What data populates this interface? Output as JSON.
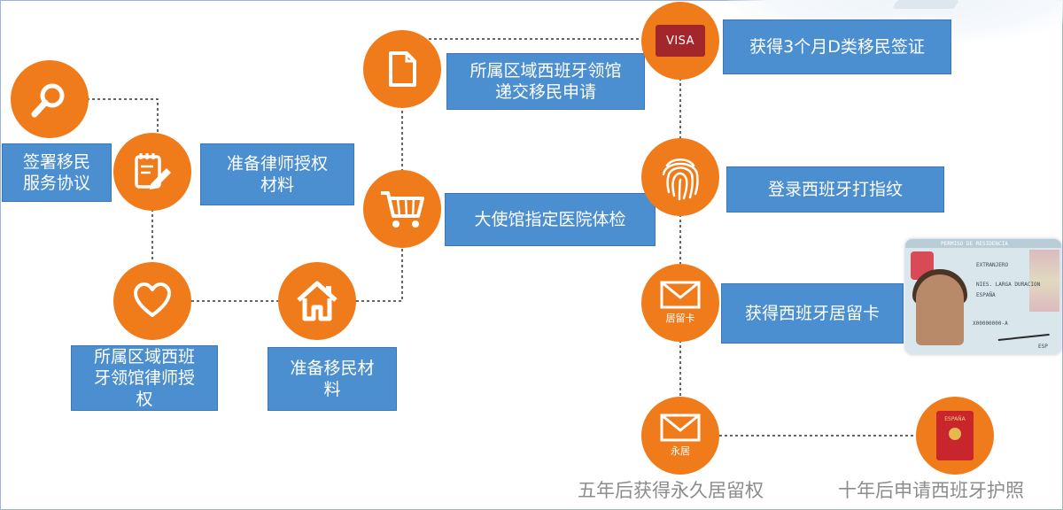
{
  "colors": {
    "circle": "#f07b1a",
    "box": "#4b8fd0",
    "line": "#333333",
    "caption": "#8c8c8c"
  },
  "steps": {
    "search": {
      "icon": "search-icon",
      "label": "签署移民\n服务协议"
    },
    "notepad": {
      "icon": "notepad-pencil-icon",
      "label": "准备律师授权\n材料"
    },
    "heart": {
      "icon": "heart-icon",
      "label": "所属区域西班\n牙领馆律师授\n权"
    },
    "home": {
      "icon": "home-icon",
      "label": "准备移民材\n料"
    },
    "document": {
      "icon": "document-icon",
      "label": "所属区域西班牙领馆\n递交移民申请"
    },
    "cart": {
      "icon": "shopping-cart-icon",
      "label": "大使馆指定医院体检"
    },
    "visa": {
      "icon": "visa-card-icon",
      "icon_text": "VISA",
      "label": "获得3个月D类移民签证"
    },
    "fingerprint": {
      "icon": "fingerprint-icon",
      "label": "登录西班牙打指纹"
    },
    "residence": {
      "icon": "envelope-icon",
      "icon_text": "居留卡",
      "label": "获得西班牙居留卡"
    },
    "permanent": {
      "icon": "envelope-icon",
      "icon_text": "永居",
      "label": "五年后获得永久居留权"
    },
    "passport": {
      "icon": "passport-icon",
      "icon_text": "ESPAÑA",
      "label": "十年后申请西班牙护照"
    }
  },
  "residence_card": {
    "header": "PERMISO DE RESIDENCIA",
    "field_1": "EXTRANJERO",
    "field_2": "NIES. LARGA DURACION",
    "field_3": "ESPAÑA",
    "number": "X00000000-A",
    "code": "ESP"
  }
}
